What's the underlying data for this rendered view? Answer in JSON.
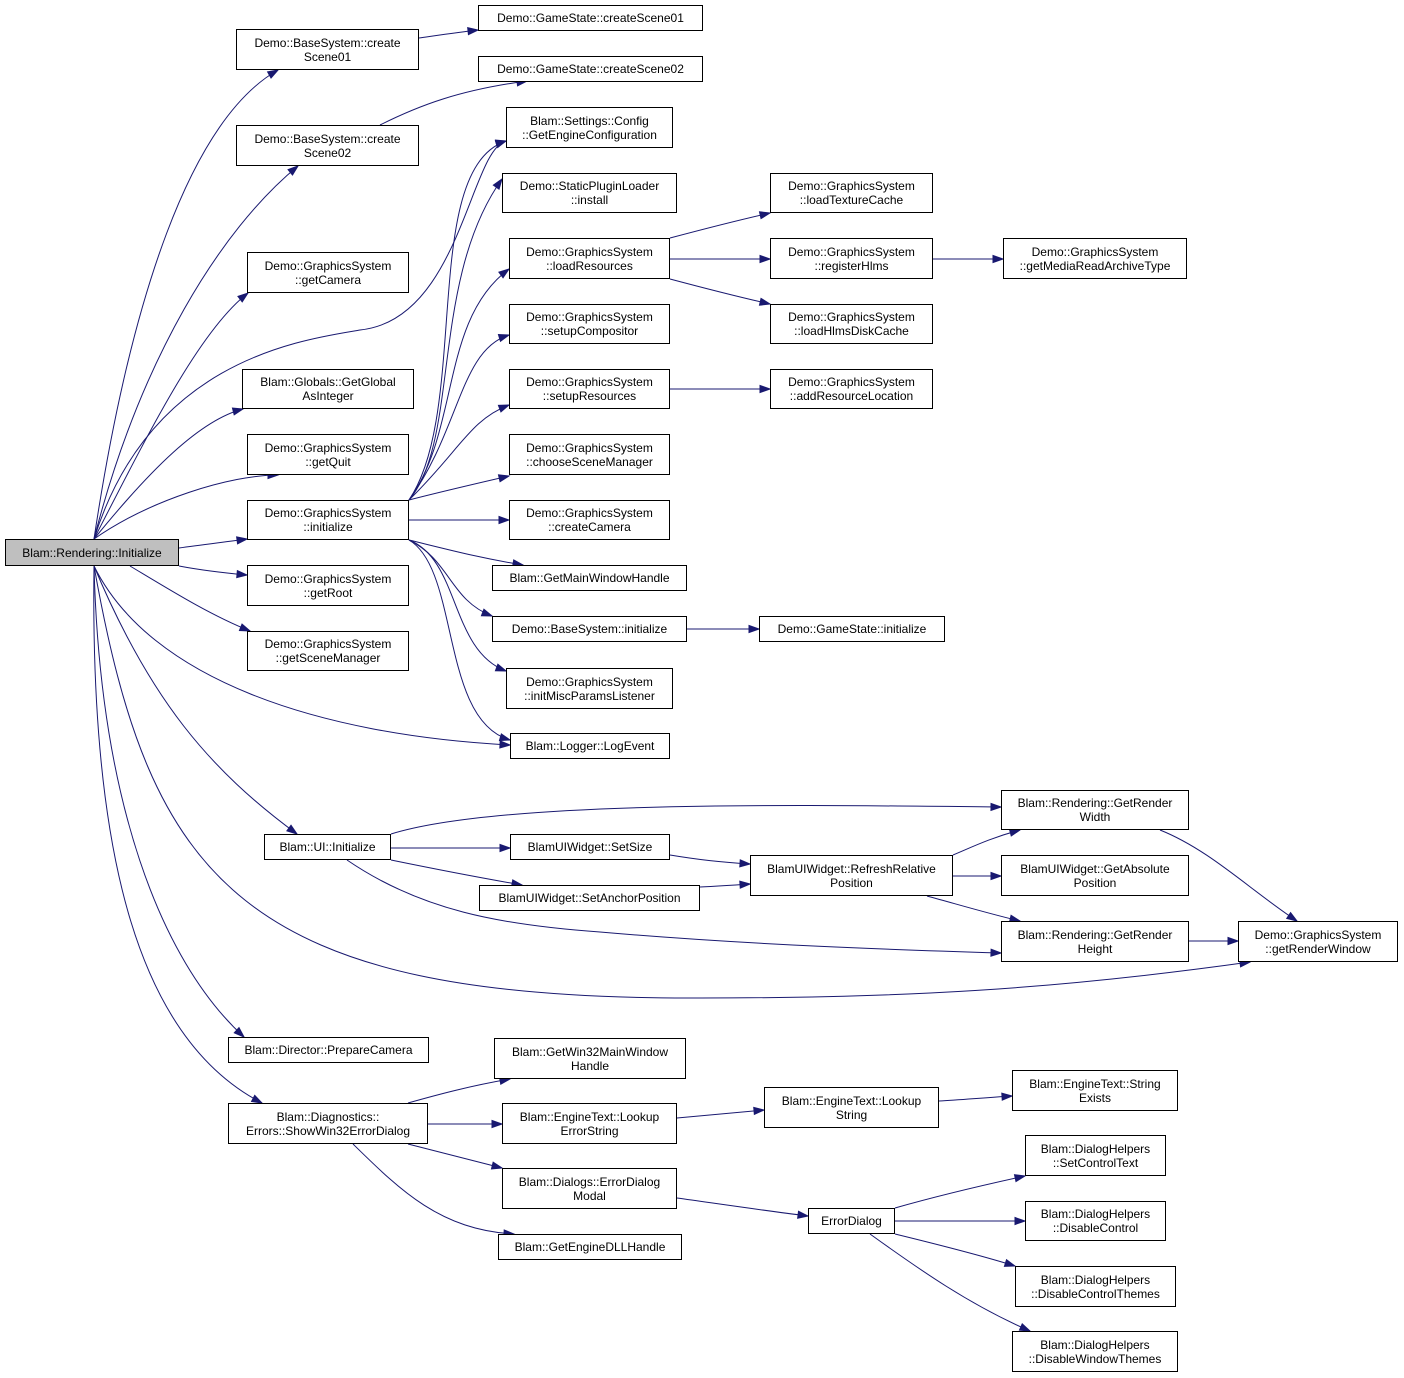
{
  "colors": {
    "edge": "#191970",
    "node_border": "#000000",
    "root_fill": "#bfbfbf",
    "node_fill": "#ffffff"
  },
  "nodes": {
    "root": {
      "l1": "Blam::Rendering::Initialize",
      "l2": ""
    },
    "bs_cs01": {
      "l1": "Demo::BaseSystem::create",
      "l2": "Scene01"
    },
    "gs_cs01": {
      "l1": "Demo::GameState::createScene01",
      "l2": ""
    },
    "gs_cs02": {
      "l1": "Demo::GameState::createScene02",
      "l2": ""
    },
    "bs_cs02": {
      "l1": "Demo::BaseSystem::create",
      "l2": "Scene02"
    },
    "get_engine_cfg": {
      "l1": "Blam::Settings::Config",
      "l2": "::GetEngineConfiguration"
    },
    "static_plugin": {
      "l1": "Demo::StaticPluginLoader",
      "l2": "::install"
    },
    "load_tex_cache": {
      "l1": "Demo::GraphicsSystem",
      "l2": "::loadTextureCache"
    },
    "get_camera": {
      "l1": "Demo::GraphicsSystem",
      "l2": "::getCamera"
    },
    "load_resources": {
      "l1": "Demo::GraphicsSystem",
      "l2": "::loadResources"
    },
    "register_hlms": {
      "l1": "Demo::GraphicsSystem",
      "l2": "::registerHlms"
    },
    "get_media_archive": {
      "l1": "Demo::GraphicsSystem",
      "l2": "::getMediaReadArchiveType"
    },
    "load_hlms_disk": {
      "l1": "Demo::GraphicsSystem",
      "l2": "::loadHlmsDiskCache"
    },
    "setup_compositor": {
      "l1": "Demo::GraphicsSystem",
      "l2": "::setupCompositor"
    },
    "get_global_int": {
      "l1": "Blam::Globals::GetGlobal",
      "l2": "AsInteger"
    },
    "setup_resources": {
      "l1": "Demo::GraphicsSystem",
      "l2": "::setupResources"
    },
    "add_res_loc": {
      "l1": "Demo::GraphicsSystem",
      "l2": "::addResourceLocation"
    },
    "get_quit": {
      "l1": "Demo::GraphicsSystem",
      "l2": "::getQuit"
    },
    "choose_scene_mgr": {
      "l1": "Demo::GraphicsSystem",
      "l2": "::chooseSceneManager"
    },
    "gs_initialize": {
      "l1": "Demo::GraphicsSystem",
      "l2": "::initialize"
    },
    "create_camera": {
      "l1": "Demo::GraphicsSystem",
      "l2": "::createCamera"
    },
    "get_main_wnd": {
      "l1": "Blam::GetMainWindowHandle",
      "l2": ""
    },
    "get_root": {
      "l1": "Demo::GraphicsSystem",
      "l2": "::getRoot"
    },
    "bs_initialize": {
      "l1": "Demo::BaseSystem::initialize",
      "l2": ""
    },
    "gst_initialize": {
      "l1": "Demo::GameState::initialize",
      "l2": ""
    },
    "get_scene_mgr": {
      "l1": "Demo::GraphicsSystem",
      "l2": "::getSceneManager"
    },
    "init_misc": {
      "l1": "Demo::GraphicsSystem",
      "l2": "::initMiscParamsListener"
    },
    "log_event": {
      "l1": "Blam::Logger::LogEvent",
      "l2": ""
    },
    "get_render_width": {
      "l1": "Blam::Rendering::GetRender",
      "l2": "Width"
    },
    "ui_initialize": {
      "l1": "Blam::UI::Initialize",
      "l2": ""
    },
    "set_size": {
      "l1": "BlamUIWidget::SetSize",
      "l2": ""
    },
    "refresh_rel": {
      "l1": "BlamUIWidget::RefreshRelative",
      "l2": "Position"
    },
    "get_abs_pos": {
      "l1": "BlamUIWidget::GetAbsolute",
      "l2": "Position"
    },
    "set_anchor": {
      "l1": "BlamUIWidget::SetAnchorPosition",
      "l2": ""
    },
    "get_render_height": {
      "l1": "Blam::Rendering::GetRender",
      "l2": "Height"
    },
    "get_render_window": {
      "l1": "Demo::GraphicsSystem",
      "l2": "::getRenderWindow"
    },
    "prepare_camera": {
      "l1": "Blam::Director::PrepareCamera",
      "l2": ""
    },
    "get_win32_main": {
      "l1": "Blam::GetWin32MainWindow",
      "l2": "Handle"
    },
    "string_exists": {
      "l1": "Blam::EngineText::String",
      "l2": "Exists"
    },
    "show_err_dialog": {
      "l1": "Blam::Diagnostics::",
      "l2": "Errors::ShowWin32ErrorDialog"
    },
    "lookup_err_str": {
      "l1": "Blam::EngineText::Lookup",
      "l2": "ErrorString"
    },
    "lookup_str": {
      "l1": "Blam::EngineText::Lookup",
      "l2": "String"
    },
    "set_ctrl_text": {
      "l1": "Blam::DialogHelpers",
      "l2": "::SetControlText"
    },
    "err_dialog_modal": {
      "l1": "Blam::Dialogs::ErrorDialog",
      "l2": "Modal"
    },
    "error_dialog": {
      "l1": "ErrorDialog",
      "l2": ""
    },
    "disable_ctrl": {
      "l1": "Blam::DialogHelpers",
      "l2": "::DisableControl"
    },
    "get_engine_dll": {
      "l1": "Blam::GetEngineDLLHandle",
      "l2": ""
    },
    "disable_ctrl_themes": {
      "l1": "Blam::DialogHelpers",
      "l2": "::DisableControlThemes"
    },
    "disable_wnd_themes": {
      "l1": "Blam::DialogHelpers",
      "l2": "::DisableWindowThemes"
    }
  }
}
